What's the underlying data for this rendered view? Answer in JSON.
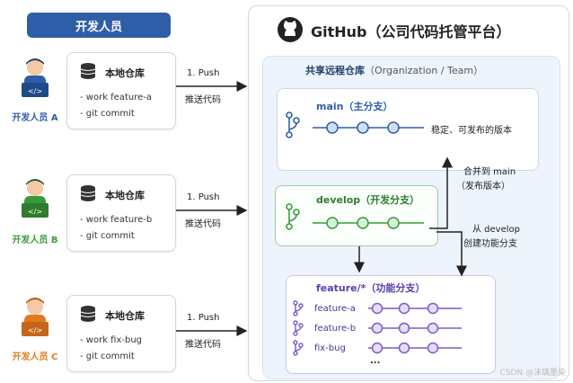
{
  "developers_header": "开发人员",
  "github_title": "GitHub（公司代码托管平台）",
  "shared_repo": {
    "title": "共享远程仓库",
    "subtitle": "（Organization / Team）"
  },
  "developers": [
    {
      "label": "开发人员 A",
      "color": "#2f5ea8",
      "repo_title": "本地仓库",
      "line1": "-  work feature-a",
      "line2": "-  git commit",
      "push": "1. Push",
      "push_sub": "推送代码"
    },
    {
      "label": "开发人员 B",
      "color": "#3a9a3a",
      "repo_title": "本地仓库",
      "line1": "-  work feature-b",
      "line2": "-  git commit",
      "push": "1. Push",
      "push_sub": "推送代码"
    },
    {
      "label": "开发人员 C",
      "color": "#e07a1f",
      "repo_title": "本地仓库",
      "line1": "-  work fix-bug",
      "line2": "-  git commit",
      "push": "1. Push",
      "push_sub": "推送代码"
    }
  ],
  "branches": {
    "main": {
      "label": "main（主分支）",
      "note": "稳定、可发布的版本",
      "color": "#2f5ea8"
    },
    "develop": {
      "label": "develop（开发分支）",
      "color": "#3a9a3a"
    },
    "feature": {
      "label": "feature/*（功能分支）",
      "color": "#7a5cc8",
      "items": [
        "feature-a",
        "feature-b",
        "fix-bug"
      ],
      "more": "..."
    }
  },
  "merge_note": {
    "line1": "合并到 main",
    "line2": "（发布版本）"
  },
  "create_note": {
    "line1": "从 develop",
    "line2": "创建功能分支"
  },
  "watermark": "CSDN @沫璃墨染"
}
